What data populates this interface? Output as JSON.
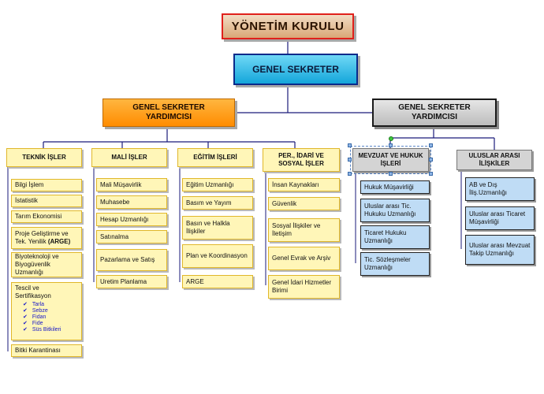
{
  "board": {
    "title": "YÖNETİM KURULU"
  },
  "secretary": {
    "title": "GENEL SEKRETER"
  },
  "deputy_left": {
    "line1": "GENEL SEKRETER",
    "line2": "YARDIMCISI"
  },
  "deputy_right": {
    "line1": "GENEL SEKRETER",
    "line2": "YARDIMCISI"
  },
  "departments": [
    {
      "title": "TEKNİK İŞLER",
      "items": [
        {
          "text": "Bilgi İşlem"
        },
        {
          "text": "İstatistik"
        },
        {
          "text": "Tarım Ekonomisi"
        },
        {
          "text": "Proje Geliştirme ve Tek. Yenilik",
          "bold_suffix": "(ARGE)"
        },
        {
          "text": "Biyoteknoloji ve Biyogüvenlik Uzmanlığı"
        },
        {
          "text": "Tescil ve Sertifikasyon",
          "subitems": [
            "Tarla",
            "Sebze",
            "Fidan",
            "Fide",
            "Süs Bitkileri"
          ]
        },
        {
          "text": "Bitki Karantinası"
        }
      ]
    },
    {
      "title": "MALİ İŞLER",
      "items": [
        {
          "text": "Mali Müşavirlik"
        },
        {
          "text": "Muhasebe"
        },
        {
          "text": "Hesap Uzmanlığı"
        },
        {
          "text": "Satınalma"
        },
        {
          "text": "Pazarlama ve Satış"
        },
        {
          "text": "Uretim Planlama"
        }
      ]
    },
    {
      "title": "EĞİTİM İŞLERİ",
      "items": [
        {
          "text": "Eğitim Uzmanlığı"
        },
        {
          "text": "Basım ve Yayım"
        },
        {
          "text": "Basın ve Halkla İlişkiler"
        },
        {
          "text": "Plan ve Koordinasyon"
        },
        {
          "text": "ARGE"
        }
      ]
    },
    {
      "title": "PER., İDARİ VE SOSYAL İŞLER",
      "items": [
        {
          "text": "İnsan Kaynakları"
        },
        {
          "text": "Güvenlik"
        },
        {
          "text": "Sosyal İlişkiler ve İletişim"
        },
        {
          "text": "Genel Evrak ve Arşiv"
        },
        {
          "text": "Genel İdari Hizmetler Birimi"
        }
      ]
    },
    {
      "title": "MEVZUAT VE HUKUK İŞLERİ",
      "items": [
        {
          "text": "Hukuk Müşavirliği"
        },
        {
          "text": "Uluslar arası Tic. Hukuku Uzmanlığı"
        },
        {
          "text": "Ticaret Hukuku Uzmanlığı"
        },
        {
          "text": "Tic. Sözleşmeler Uzmanlığı"
        }
      ]
    },
    {
      "title": "ULUSLAR ARASI İLİŞKİLER",
      "items": [
        {
          "text": "AB ve Dış İliş.Uzmanlığı"
        },
        {
          "text": "Uluslar arası Ticaret Müşavirliği"
        },
        {
          "text": "Uluslar arası Mevzuat Takip Uzmanlığı"
        }
      ]
    }
  ],
  "colors": {
    "board_border": "#e0211c",
    "board_fill": "#e9c7a2",
    "secretary_fill": "#20b6e6",
    "secretary_border": "#0a2a8a",
    "left_deputy_fill": "#ff9a00",
    "right_deputy_fill": "#c8c8c8",
    "connector": "#1a1a7a",
    "yellow_fill": "#fff6b8",
    "blue_fill": "#bfdcf5"
  }
}
